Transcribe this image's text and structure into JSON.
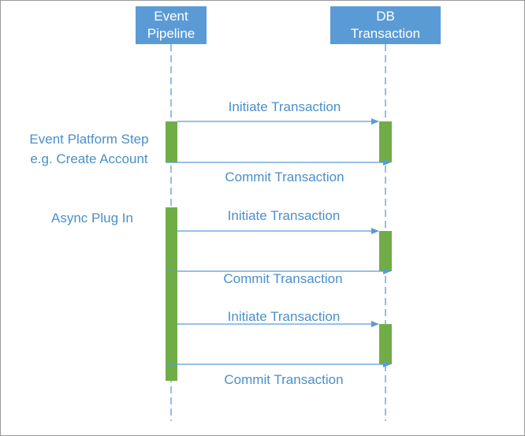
{
  "lanes": {
    "pipeline": {
      "line1": "Event",
      "line2": "Pipeline"
    },
    "db": {
      "line1": "DB",
      "line2": "Transaction"
    }
  },
  "side_labels": {
    "step_line1": "Event Platform Step",
    "step_line2": "e.g. Create Account",
    "async": "Async Plug In"
  },
  "messages": [
    {
      "label": "Initiate Transaction"
    },
    {
      "label": "Commit Transaction"
    },
    {
      "label": "Initiate Transaction"
    },
    {
      "label": "Commit Transaction"
    },
    {
      "label": "Initiate Transaction"
    },
    {
      "label": "Commit Transaction"
    }
  ],
  "colors": {
    "header_fill": "#5b9bd5",
    "lifeline": "#5b9bd5",
    "arrow": "#5b9bd5",
    "activation": "#70ad47",
    "label_text": "#4a8fc9"
  }
}
